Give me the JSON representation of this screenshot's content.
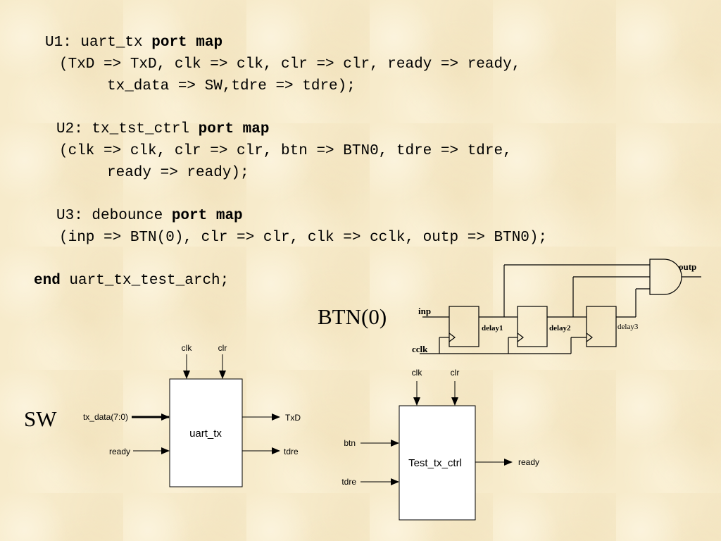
{
  "code": {
    "u1_label": "U1: uart_tx ",
    "u1_kw": "port map",
    "u1_line2": "(TxD => TxD, clk => clk, clr => clr, ready => ready,",
    "u1_line3": "tx_data => SW,tdre => tdre);",
    "u2_label": "U2: tx_tst_ctrl ",
    "u2_kw": "port map",
    "u2_line2": "(clk => clk, clr => clr, btn => BTN0, tdre => tdre,",
    "u2_line3": "ready => ready);",
    "u3_label": "U3: debounce ",
    "u3_kw": "port map",
    "u3_line2": "(inp => BTN(0), clr => clr, clk => cclk, outp => BTN0);",
    "end_kw": "end",
    "end_rest": " uart_tx_test_arch;"
  },
  "debounce": {
    "btn_label": "BTN(0)",
    "inp": "inp",
    "cclk": "cclk",
    "delay1": "delay1",
    "delay2": "delay2",
    "delay3": "delay3",
    "outp": "outp"
  },
  "uart_tx": {
    "sw_label": "SW",
    "name": "uart_tx",
    "clk": "clk",
    "clr": "clr",
    "tx_data": "tx_data(7:0)",
    "ready": "ready",
    "txd": "TxD",
    "tdre": "tdre"
  },
  "test_ctrl": {
    "name": "Test_tx_ctrl",
    "clk": "clk",
    "clr": "clr",
    "btn": "btn",
    "tdre": "tdre",
    "ready": "ready"
  }
}
